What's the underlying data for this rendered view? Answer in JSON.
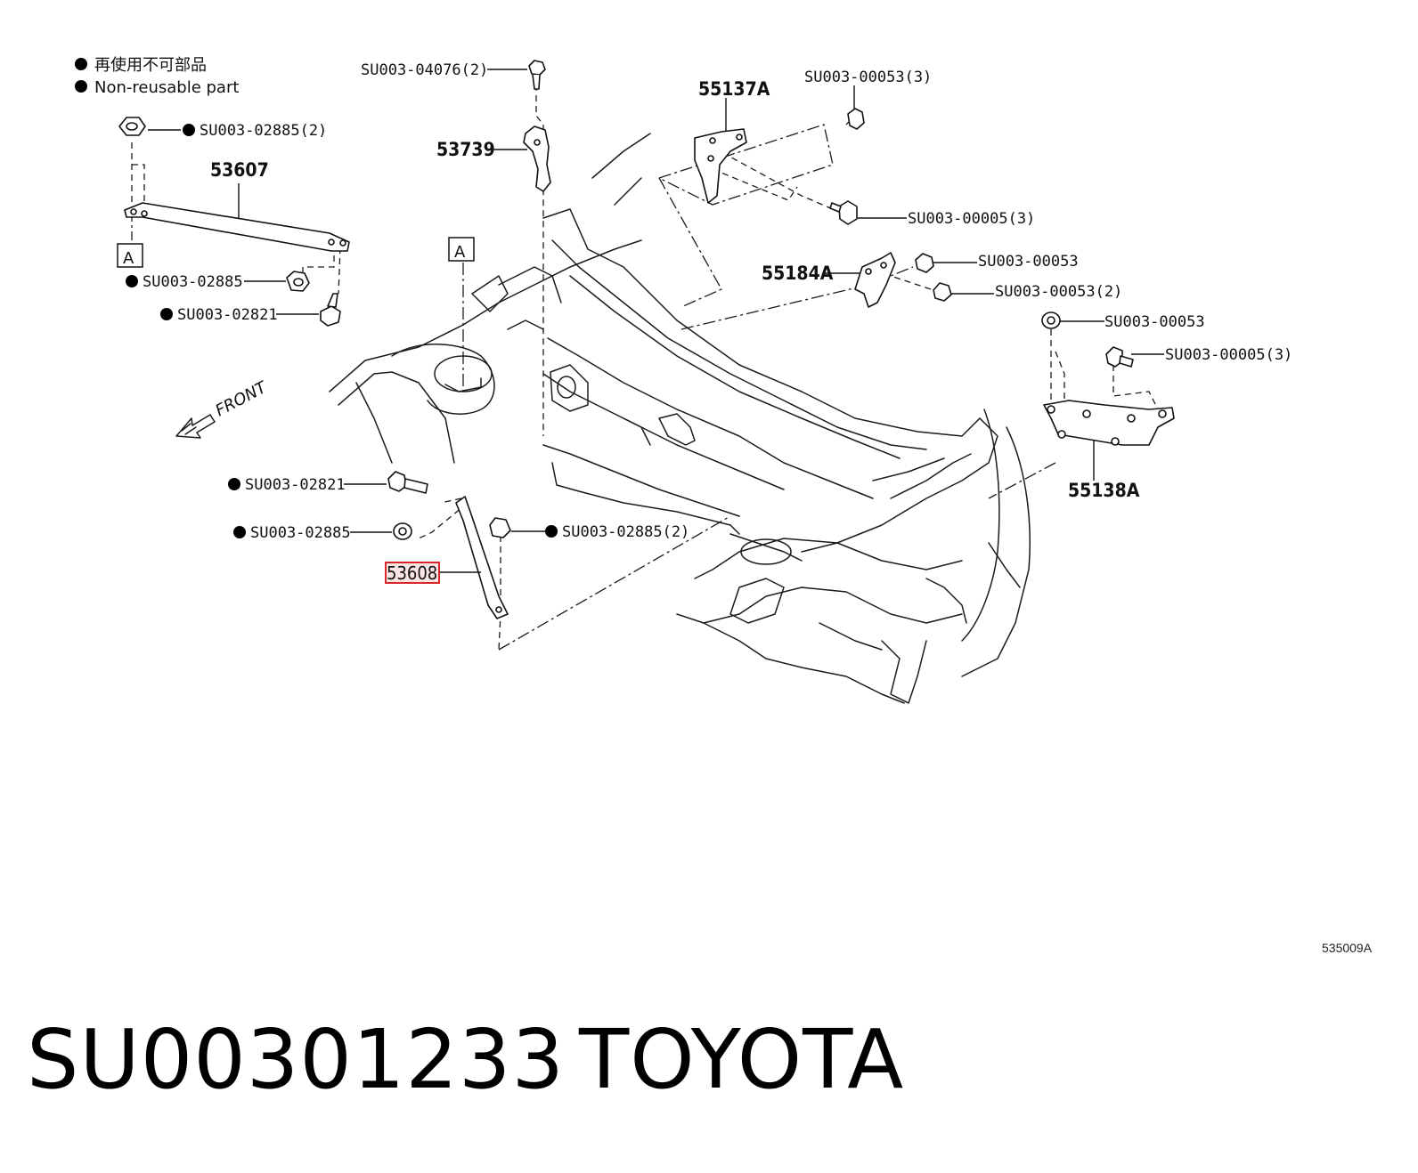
{
  "legend": {
    "line_cn": "再使用不可部品",
    "line_en": "Non-reusable part"
  },
  "front_label": "FRONT",
  "view_marker": "A",
  "parts": {
    "p53607": "53607",
    "p53608": "53608",
    "p53739": "53739",
    "p55137a": "55137A",
    "p55184a": "55184A",
    "p55138a": "55138A"
  },
  "fasteners": {
    "f_04076": "SU003-04076(2)",
    "f_top_02885_2": "SU003-02885(2)",
    "f_top_02885": "SU003-02885",
    "f_top_02821": "SU003-02821",
    "f_00053_3": "SU003-00053(3)",
    "f_00005_3_a": "SU003-00005(3)",
    "f_00053_a": "SU003-00053",
    "f_00053_2": "SU003-00053(2)",
    "f_00053_b": "SU003-00053",
    "f_00005_3_b": "SU003-00005(3)",
    "f_low_02821": "SU003-02821",
    "f_low_02885": "SU003-02885",
    "f_low_02885_2": "SU003-02885(2)"
  },
  "diagram_ref": "535009A",
  "footer": {
    "part_number": "SU00301233",
    "brand": "TOYOTA"
  },
  "highlight_color": "#d9262b"
}
